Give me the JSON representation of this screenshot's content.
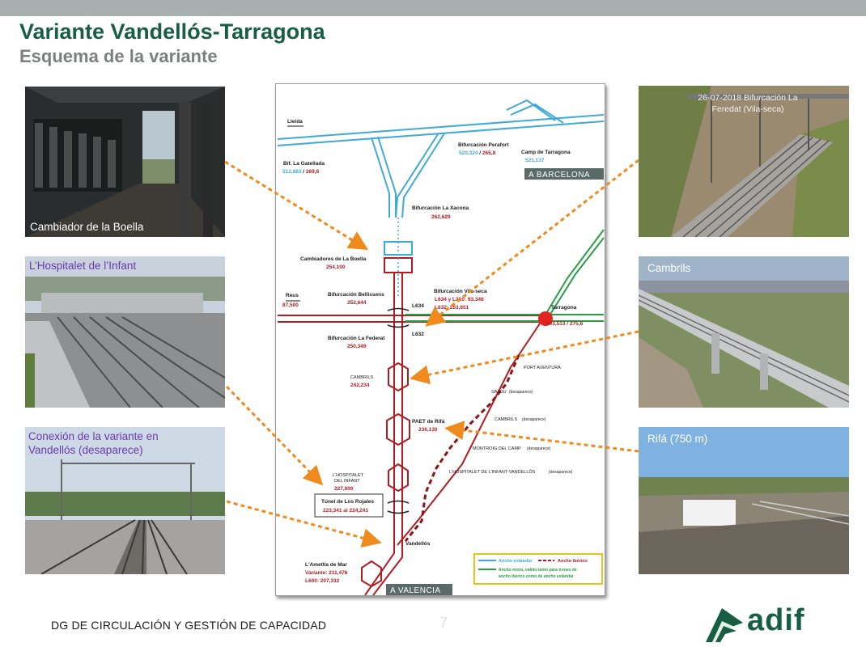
{
  "header": {
    "title": "Variante Vandellós-Tarragona",
    "subtitle": "Esquema de la variante"
  },
  "photos": {
    "boella": "Cambiador de la Boella",
    "hospitalet": "L’Hospitalet de l’Infant",
    "vandellos": "Conexión de la variante en Vandellós (desaparece)",
    "feredat": "26-07-2018 Bifurcación La Feredat (Vila-seca)",
    "cambrils": "Cambrils",
    "rifa": "Rifá (750 m)"
  },
  "diagram": {
    "lleida": "Lleida",
    "gatellada_name": "Bif. La Gatellada",
    "gatellada_pk_blue": "512,883",
    "gatellada_pk_red": "269,6",
    "perafort_name": "Bifurcación Perafort",
    "perafort_pk_blue": "520,324",
    "perafort_pk_red": "265,8",
    "camp_name": "Camp de Tarragona",
    "camp_pk": "521,137",
    "a_barcelona": "A BARCELONA",
    "xacona_name": "Bifurcación La Xacona",
    "xacona_pk": "262,629",
    "boella_name": "Cambiadores de La Boella",
    "boella_pk": "254,100",
    "reus_name": "Reus",
    "reus_pk": "87,500",
    "bellissens_name": "Bifurcación Bellissens",
    "bellissens_pk": "252,644",
    "vilaseca_name": "Bifurcación Vila-seca",
    "vilaseca_pk1": "L634 y L210: 93,346",
    "vilaseca_pk2": "L632: 253,651",
    "l634": "L634",
    "l632": "L632",
    "tarragona_name": "Tarragona",
    "tarragona_pk": "103,513 / 275,6",
    "federat_name": "Bifurcación La Federat",
    "federat_pk": "250,349",
    "cambrils_name": "CAMBRILS",
    "cambrils_pk": "242,234",
    "port_aventura": "PORT AVENTURA",
    "salou": "SALOU",
    "desaparece": "(desaparece)",
    "cambrils_old": "CAMBRILS",
    "rifa_name": "PAET de Rifá",
    "rifa_pk": "236,130",
    "montroig": "MONTROIG DEL CAMP",
    "hospitalet_old": "L'HOSPITALET DE L'INFANT-VANDELLÓS",
    "hospitalet_name1": "L'HOSPITALET",
    "hospitalet_name2": "DEL INFANT",
    "hospitalet_pk": "227,000",
    "tunel_name": "Túnel de Los Rojales",
    "tunel_pk": "223,341 al 224,241",
    "vandellos_name": "Vandellós",
    "ametlla_name": "L'Ametlla de Mar",
    "ametlla_pk1": "Variante: 211,476",
    "ametlla_pk2": "L600: 207,332",
    "a_valencia": "A VALENCIA",
    "legend_std": "Ancho estándar",
    "legend_ib": "Ancho ibérico",
    "legend_mixed1": "Ancho mixto, válido tanto para trenes de",
    "legend_mixed2": "ancho ibérico como de ancho estándar"
  },
  "colors": {
    "standard_gauge": "#3fa9d8",
    "iberian_gauge": "#b01c22",
    "mixed_gauge": "#2a9d45",
    "arrows": "#f08a1c",
    "title": "#175e44"
  },
  "footer": {
    "text": "DG DE CIRCULACIÓN Y GESTIÓN DE CAPACIDAD",
    "page": "7"
  },
  "logo": {
    "wordmark": "adif"
  }
}
